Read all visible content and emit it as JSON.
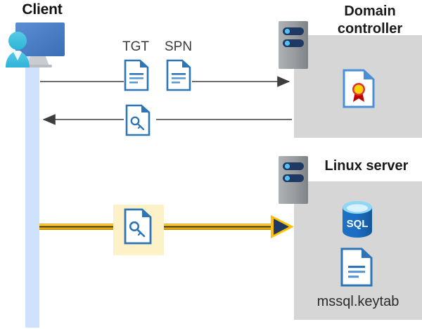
{
  "diagram": {
    "title_alt": "Kerberos authentication flow between client, domain controller and Linux server",
    "client": {
      "label": "Client",
      "icon": "client-computer-user-icon"
    },
    "domain_controller": {
      "label": "Domain controller",
      "server_icon": "server-icon",
      "contents": [
        {
          "icon": "certificate-icon",
          "label": ""
        }
      ]
    },
    "linux_server": {
      "label": "Linux server",
      "server_icon": "server-icon",
      "contents": [
        {
          "icon": "sql-database-icon",
          "label": "SQL"
        },
        {
          "icon": "document-icon",
          "label": "mssql.keytab"
        }
      ]
    },
    "flows": [
      {
        "id": "request",
        "direction": "right",
        "style": "thin-dark",
        "labels": [
          "TGT",
          "SPN"
        ],
        "icons": [
          "document-icon",
          "document-icon"
        ]
      },
      {
        "id": "response",
        "direction": "left",
        "style": "thin-dark",
        "labels": [],
        "icons": [
          "document-key-icon"
        ]
      },
      {
        "id": "ticket-to-linux",
        "direction": "right",
        "style": "thick-gold",
        "labels": [],
        "icons": [
          "document-key-icon"
        ],
        "highlighted": true
      }
    ]
  },
  "colors": {
    "panel_gray": "#d6d6d6",
    "lifeline_blue": "#cfe2fb",
    "doc_blue": "#2e75b6",
    "arrow_dark": "#404040",
    "gold": "#ffc000",
    "gold_dark": "#bf8f00",
    "arrowhead_navy": "#1f3864",
    "highlight_yellow": "#fdf1c8",
    "sql_blue": "#1b6ec2",
    "seal_red": "#c00000",
    "seal_gold": "#ffd400"
  },
  "text": {
    "client_label": "Client",
    "dc_label": "Domain controller",
    "linux_label": "Linux server",
    "tgt": "TGT",
    "spn": "SPN",
    "sql": "SQL",
    "keytab": "mssql.keytab"
  }
}
